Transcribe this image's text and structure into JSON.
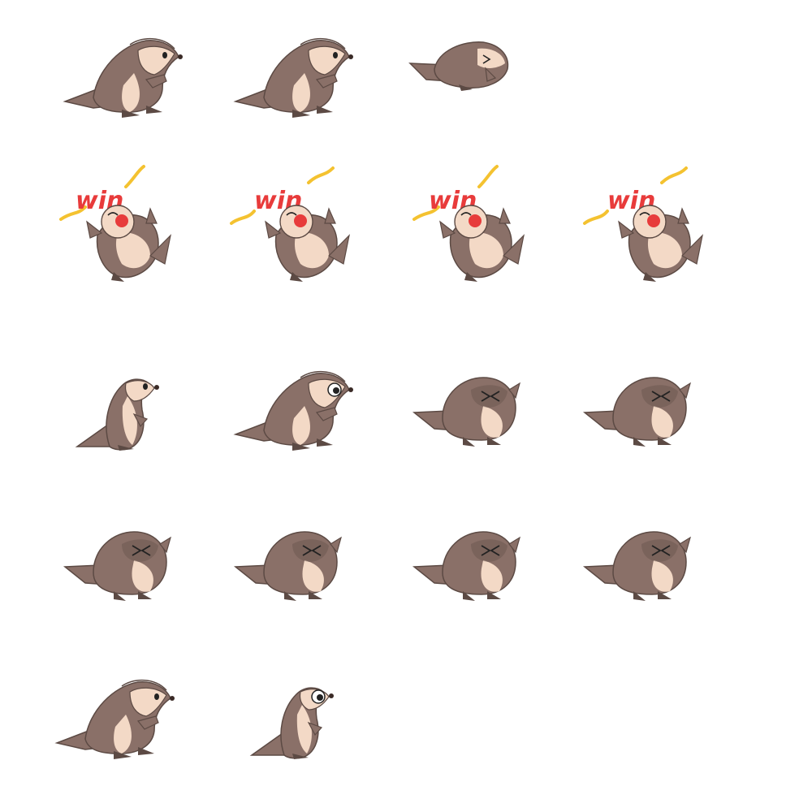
{
  "sheet": {
    "colors": {
      "background": "#ffffff",
      "fur": "#8a7068",
      "fur_dark": "#5c4a44",
      "belly": "#f3d9c6",
      "blush": "#e73b3b",
      "text_win": "#e83b3b",
      "confetti": "#f4c230"
    },
    "rows": [
      {
        "name": "row-idle-crouch",
        "frames": [
          {
            "pose": "look"
          },
          {
            "pose": "squint"
          },
          {
            "pose": "squat"
          }
        ]
      },
      {
        "name": "row-win",
        "frames": [
          {
            "pose": "win",
            "text": "win"
          },
          {
            "pose": "win",
            "text": "win"
          },
          {
            "pose": "win",
            "text": "win"
          },
          {
            "pose": "win",
            "text": "win"
          }
        ]
      },
      {
        "name": "row-stand-to-hurt",
        "frames": [
          {
            "pose": "stand"
          },
          {
            "pose": "look-big-eye"
          },
          {
            "pose": "hurt"
          },
          {
            "pose": "hurt"
          }
        ]
      },
      {
        "name": "row-hurt",
        "frames": [
          {
            "pose": "hurt"
          },
          {
            "pose": "hurt"
          },
          {
            "pose": "hurt"
          },
          {
            "pose": "hurt"
          }
        ]
      },
      {
        "name": "row-recover",
        "frames": [
          {
            "pose": "look"
          },
          {
            "pose": "stand-big-eye"
          }
        ]
      }
    ]
  }
}
